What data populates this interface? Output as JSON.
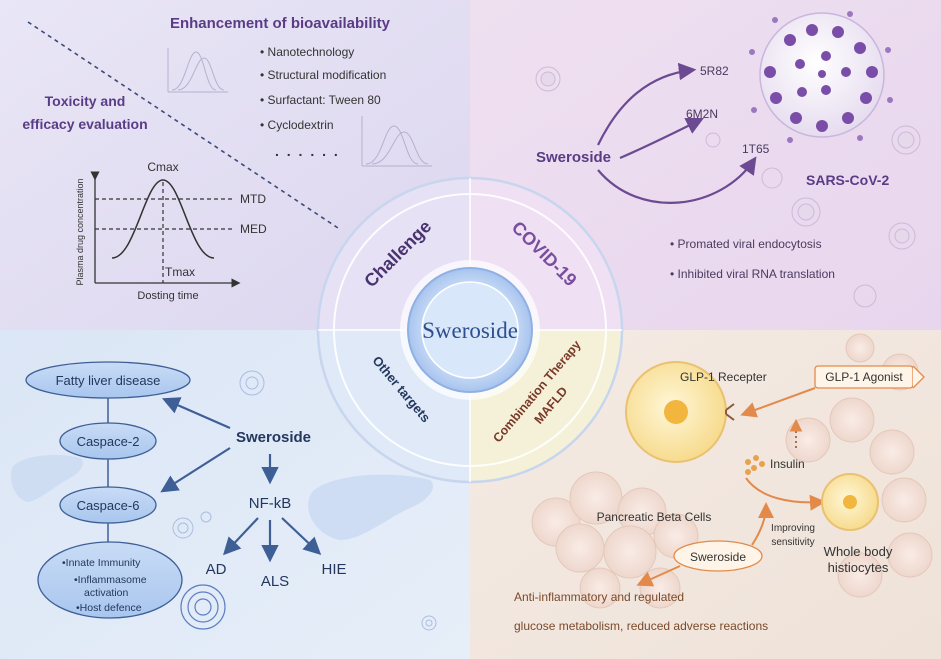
{
  "center": {
    "title": "Sweroside",
    "quadrants": {
      "challenge": "Challenge",
      "covid": "COVID-19",
      "other": "Other targets",
      "combo_line1": "Combination Therapy",
      "combo_line2": "MAFLD"
    }
  },
  "challenge": {
    "toxicity_line1": "Toxicity and",
    "toxicity_line2": "efficacy evaluation",
    "bio_title": "Enhancement of bioavailability",
    "bio_items": [
      "• Nanotechnology",
      "• Structural modification",
      "• Surfactant: Tween 80",
      "• Cyclodextrin"
    ],
    "dots": ". . . . . .",
    "pk_chart": {
      "cmax": "Cmax",
      "mtd": "MTD",
      "med": "MED",
      "tmax": "Tmax",
      "ylabel": "Plasma drug concentration",
      "xlabel": "Dosting time"
    }
  },
  "covid": {
    "source": "Sweroside",
    "targets": [
      "5R82",
      "6M2N",
      "1T65"
    ],
    "virus_label": "SARS-CoV-2",
    "effects": [
      "• Promated viral endocytosis",
      "• Inhibited viral RNA translation"
    ]
  },
  "other": {
    "source": "Sweroside",
    "fatty": "Fatty liver disease",
    "caspace2": "Caspace-2",
    "caspace6": "Caspace-6",
    "immunity": [
      "•Innate Immunity",
      "•Inflammasome",
      "activation",
      "•Host defence"
    ],
    "nfkb": "NF-kB",
    "ad": "AD",
    "als": "ALS",
    "hie": "HIE"
  },
  "combo": {
    "glp1_receptor": "GLP-1 Recepter",
    "glp1_agonist": "GLP-1 Agonist",
    "insulin": "Insulin",
    "beta_cells": "Pancreatic Beta Cells",
    "improving1": "Improving",
    "improving2": "sensitivity",
    "sweroside": "Sweroside",
    "whole1": "Whole body",
    "whole2": "histiocytes",
    "anti1": "Anti-inflammatory and regulated",
    "anti2": "glucose metabolism, reduced adverse reactions"
  }
}
